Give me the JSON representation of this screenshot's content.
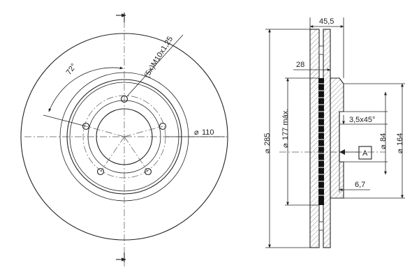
{
  "front_view": {
    "angle_label": "72°",
    "bolt_label": "(5x)M10x1,25",
    "pcd_label": "110"
  },
  "section_view": {
    "width_label": "45,5",
    "thickness_label": "28",
    "chamfer_label": "3,5x45°",
    "offset_label": "6,7",
    "datum_label": "A",
    "outer_dia_label": "285",
    "inner_dia_label": "177 máx.",
    "hub_dia_label": "84",
    "flange_dia_label": "164"
  },
  "diameter_symbol": "⌀"
}
